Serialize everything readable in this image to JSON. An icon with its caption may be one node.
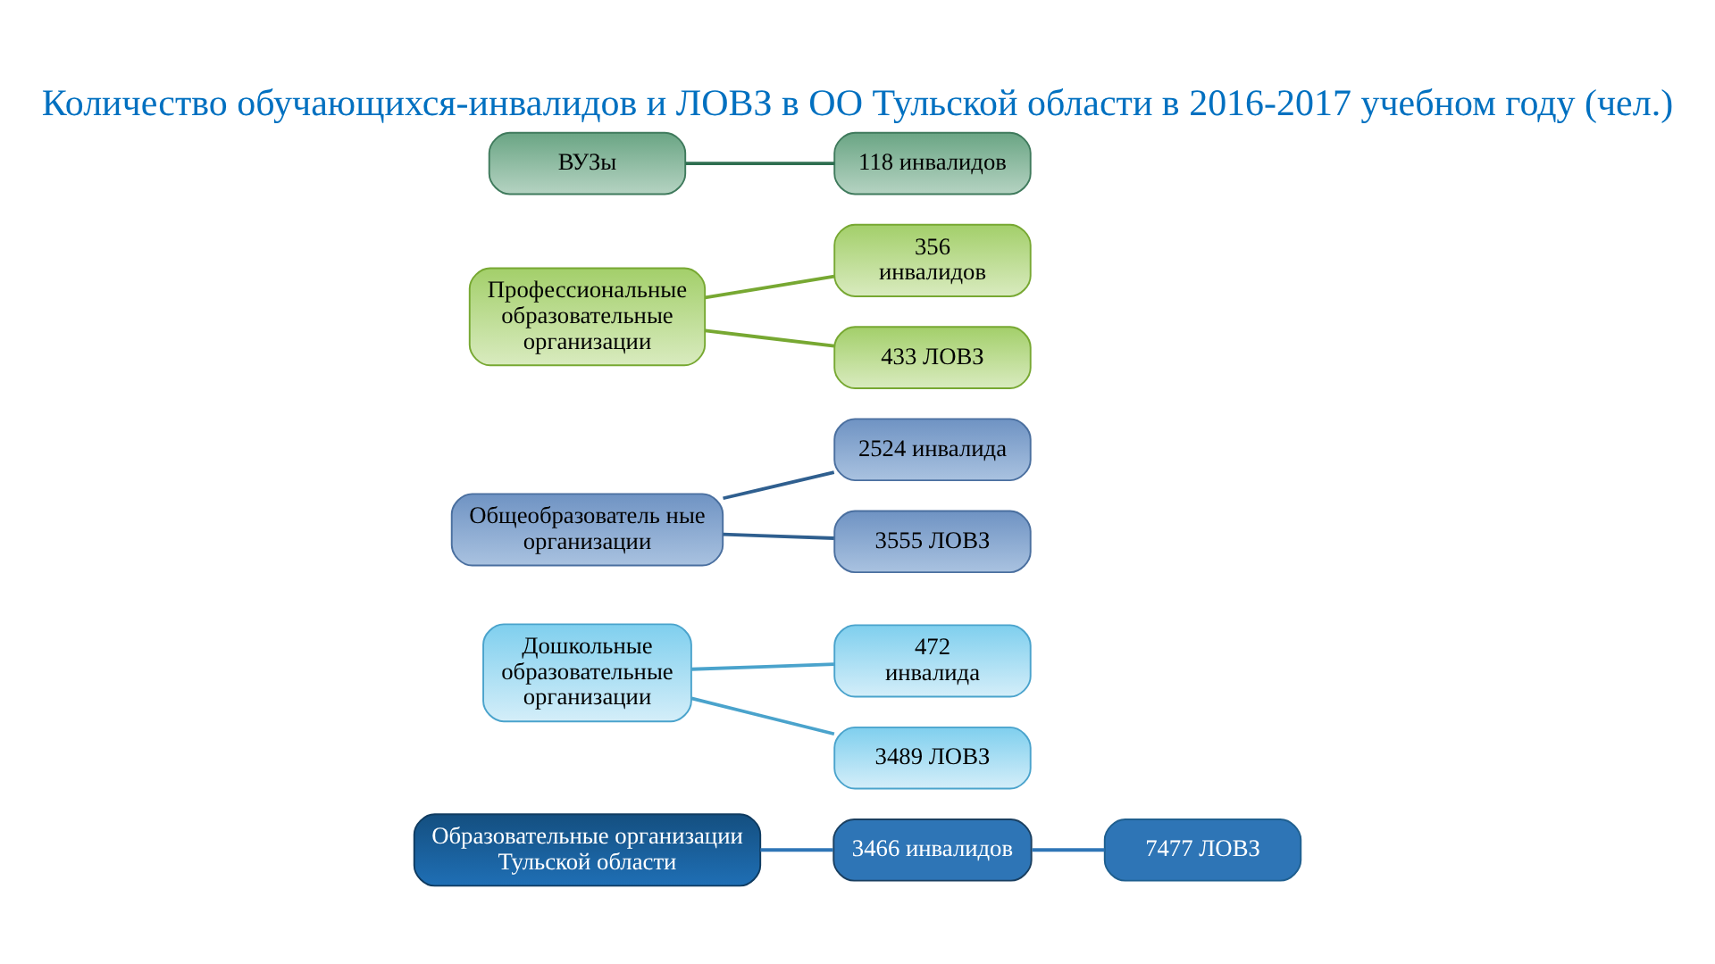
{
  "diagram": {
    "title": "Количество обучающихся-инвалидов и ЛОВЗ в ОО Тульской области в 2016-2017 учебном году (чел.)",
    "nodes": [
      {
        "text": [
          "Образовательные организации Тульской области"
        ]
      },
      {
        "text": [
          "3466 инвалидов"
        ]
      },
      {
        "text": [
          "7477 ЛОВЗ"
        ]
      },
      {
        "text": [
          "Дошкольные образовательные организации"
        ]
      },
      {
        "text": [
          "472 инвалида"
        ]
      },
      {
        "text": [
          "3489 ЛОВЗ"
        ]
      },
      {
        "text": [
          "Общеобразователь ные организации"
        ]
      },
      {
        "text": [
          "2524 инвалида"
        ]
      },
      {
        "text": [
          "3555 ЛОВЗ"
        ]
      },
      {
        "text": [
          "Профессиональные образовательные организации"
        ]
      },
      {
        "text": [
          "356 инвалидов"
        ]
      },
      {
        "text": [
          "433 ЛОВЗ"
        ]
      },
      {
        "text": [
          "ВУЗы"
        ]
      },
      {
        "text": [
          "118 инвалидов"
        ]
      }
    ],
    "edges": [
      {
        "from": 0,
        "to": 1,
        "arrow": "none",
        "color": "#2e75b6"
      },
      {
        "from": 1,
        "to": 2,
        "arrow": "none",
        "color": "#2e75b6"
      },
      {
        "from": 3,
        "to": 4,
        "arrow": "none",
        "color": "#4aa3cc"
      },
      {
        "from": 3,
        "to": 5,
        "arrow": "none",
        "color": "#4aa3cc"
      },
      {
        "from": 6,
        "to": 7,
        "arrow": "none",
        "color": "#2f5f8f"
      },
      {
        "from": 6,
        "to": 8,
        "arrow": "none",
        "color": "#2f5f8f"
      },
      {
        "from": 9,
        "to": 10,
        "arrow": "none",
        "color": "#77a832"
      },
      {
        "from": 9,
        "to": 11,
        "arrow": "none",
        "color": "#77a832"
      },
      {
        "from": 12,
        "to": 13,
        "arrow": "none",
        "color": "#2e6e50"
      }
    ]
  }
}
